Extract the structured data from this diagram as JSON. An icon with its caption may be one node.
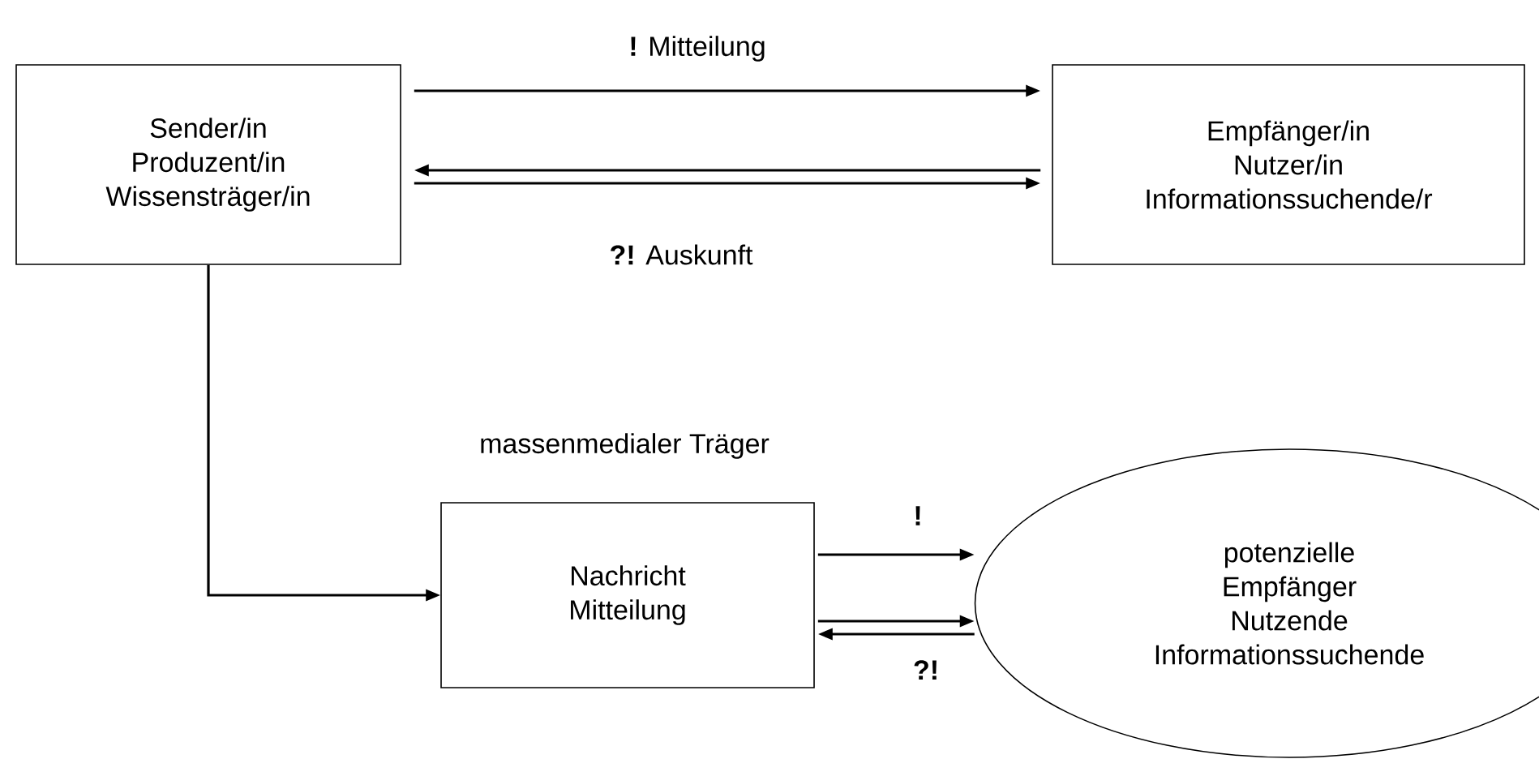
{
  "diagram": {
    "nodes": [
      {
        "text": [
          "Sender/in Produzent/in Wissensträger/in"
        ]
      },
      {
        "text": [
          "Empfänger/in Nutzer/in Informationssuchende/r"
        ]
      },
      {
        "text": [
          "Nachricht Mitteilung"
        ],
        "beside": [
          "massenmedialer Träger"
        ]
      },
      {
        "text": [
          "potenzielle Empfänger Nutzende Informationssuchende"
        ]
      }
    ],
    "edges": [
      {
        "from": 0,
        "to": 1,
        "arrow": "to",
        "label": "**!** Mitteilung"
      },
      {
        "from": 1,
        "to": 0,
        "arrow": "to"
      },
      {
        "from": 0,
        "to": 1,
        "arrow": "to",
        "label": "**?!** Auskunft"
      },
      {
        "from": 0,
        "to": 2,
        "arrow": "to"
      },
      {
        "from": 2,
        "to": 3,
        "arrow": "to",
        "label": "!"
      },
      {
        "from": 2,
        "to": 3,
        "arrow": "to"
      },
      {
        "from": 3,
        "to": 2,
        "arrow": "to",
        "label": "?!"
      }
    ]
  }
}
